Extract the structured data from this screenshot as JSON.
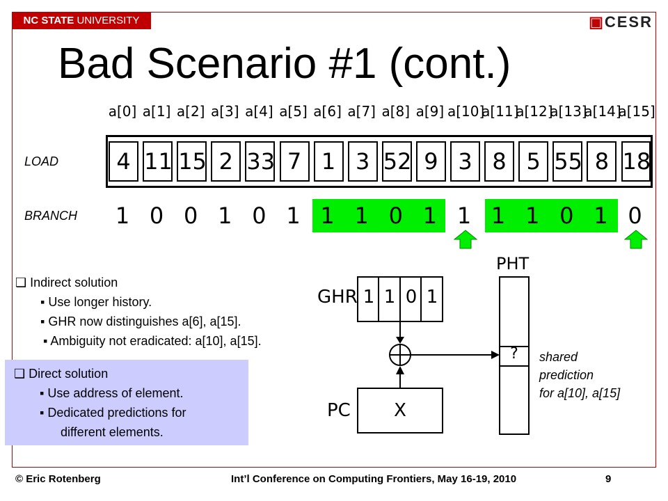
{
  "header": {
    "university_bold": "NC STATE",
    "university_rest": " UNIVERSITY",
    "logo_text": "CESR"
  },
  "title": "Bad Scenario #1 (cont.)",
  "indices": [
    "a[0]",
    "a[1]",
    "a[2]",
    "a[3]",
    "a[4]",
    "a[5]",
    "a[6]",
    "a[7]",
    "a[8]",
    "a[9]",
    "a[10]",
    "a[11]",
    "a[12]",
    "a[13]",
    "a[14]",
    "a[15]"
  ],
  "load": {
    "label": "LOAD",
    "values": [
      "4",
      "11",
      "15",
      "2",
      "33",
      "7",
      "1",
      "3",
      "52",
      "9",
      "3",
      "8",
      "5",
      "55",
      "8",
      "18"
    ]
  },
  "branch": {
    "label": "BRANCH",
    "values": [
      "1",
      "0",
      "0",
      "1",
      "0",
      "1",
      "1",
      "1",
      "0",
      "1",
      "1",
      "1",
      "1",
      "0",
      "1",
      "0"
    ]
  },
  "indirect": {
    "heading": "Indirect solution",
    "items": [
      "Use longer history.",
      "GHR now distinguishes  a[6], a[15].",
      "Ambiguity not eradicated: a[10], a[15]."
    ]
  },
  "direct": {
    "heading": "Direct solution",
    "items": [
      "Use address of element.",
      "Dedicated predictions for",
      "different elements."
    ]
  },
  "diagram": {
    "ghr_label": "GHR",
    "ghr_bits": [
      "1",
      "1",
      "0",
      "1"
    ],
    "pc_label": "PC",
    "pc_value": "X",
    "pht_label": "PHT",
    "pht_entry": "?",
    "xor_symbol": "+",
    "shared_note": [
      "shared",
      "prediction",
      "for a[10], a[15]"
    ]
  },
  "footer": {
    "author": "© Eric Rotenberg",
    "conference": "Int’l Conference on Computing Frontiers, May 16-19, 2010",
    "page": "9"
  },
  "colors": {
    "accent": "#c00000",
    "highlight": "#00ee00",
    "direct_bg": "#ccccff"
  }
}
